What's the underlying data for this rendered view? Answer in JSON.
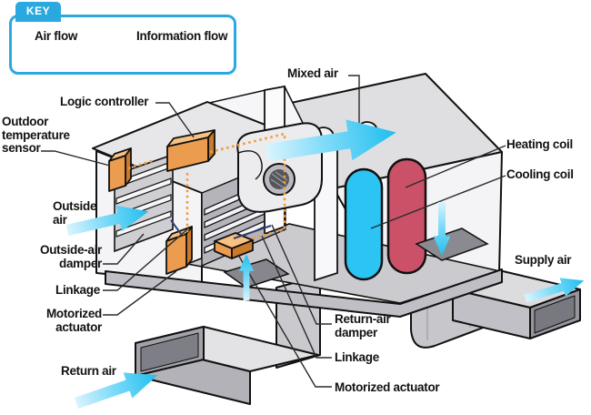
{
  "key_panel": {
    "tab": "KEY",
    "air_flow": "Air flow",
    "information_flow": "Information flow"
  },
  "labels": {
    "logic_controller": "Logic controller",
    "outdoor_temperature_sensor": "Outdoor\ntemperature\nsensor",
    "outside_air": "Outside\nair",
    "outside_air_damper": "Outside-air\ndamper",
    "linkage_left": "Linkage",
    "motorized_actuator_left": "Motorized\nactuator",
    "return_air": "Return air",
    "mixed_air": "Mixed air",
    "heating_coil": "Heating coil",
    "cooling_coil": "Cooling coil",
    "supply_air": "Supply air",
    "return_air_damper": "Return-air\ndamper",
    "linkage_right": "Linkage",
    "motorized_actuator_right": "Motorized actuator"
  },
  "colors": {
    "air_flow_arrow": "#35C6F0",
    "information_flow_line": "#F29C38",
    "key_accent": "#2AA9E0",
    "heating_coil": "#CA5168",
    "cooling_coil": "#2BC4F3",
    "device_orange": "#EC9C4E",
    "cabinet_gray": "#DFDFE2"
  }
}
